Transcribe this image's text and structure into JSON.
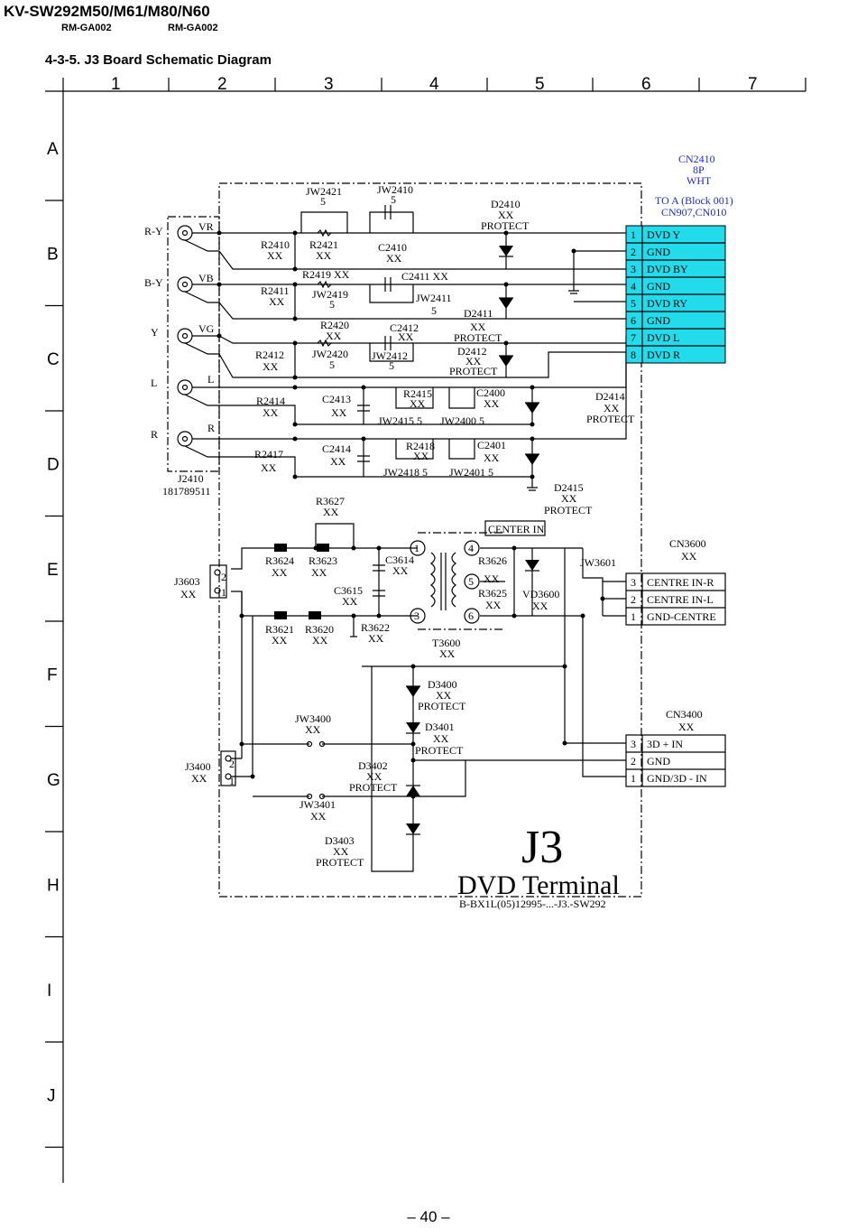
{
  "header": {
    "model": "KV-SW292M50/M61/M80/N60",
    "remote_1": "RM-GA002",
    "remote_2": "RM-GA002",
    "section_title": "4-3-5. J3 Board Schematic Diagram"
  },
  "grid": {
    "columns": [
      "1",
      "2",
      "3",
      "4",
      "5",
      "6",
      "7"
    ],
    "rows": [
      "A",
      "B",
      "C",
      "D",
      "E",
      "F",
      "G",
      "H",
      "I",
      "J"
    ]
  },
  "colors": {
    "connector_fill": "#22dcec",
    "blue_text": "#1f2bd0"
  },
  "jacks": {
    "labels": [
      "R-Y",
      "B-Y",
      "Y",
      "L",
      "R"
    ],
    "pins": [
      "VR",
      "VB",
      "VG",
      "L",
      "R"
    ],
    "ref": "J2410",
    "part": "181789511"
  },
  "cn2410": {
    "ref": "CN2410",
    "pins_count": "8P",
    "color": "WHT",
    "dest": "TO A (Block 001)",
    "dest2": "CN907,CN010",
    "pin_numbers": [
      "1",
      "2",
      "3",
      "4",
      "5",
      "6",
      "7",
      "8"
    ],
    "pin_names": [
      "DVD Y",
      "GND",
      "DVD BY",
      "GND",
      "DVD RY",
      "GND",
      "DVD L",
      "DVD R"
    ]
  },
  "components": {
    "jw2421": "JW2421",
    "jw2421_v": "5",
    "jw2410": "JW2410",
    "jw2410_v": "5",
    "d2410": "D2410",
    "d2410_v": "XX",
    "d2410_p": "PROTECT",
    "r2410": "R2410",
    "r2410_v": "XX",
    "r2421": "R2421",
    "r2421_v": "XX",
    "c2410": "C2410",
    "c2410_v": "XX",
    "r2419": "R2419  XX",
    "c2411": "C2411  XX",
    "r2411": "R2411",
    "r2411_v": "XX",
    "jw2419": "JW2419",
    "jw2419_v": "5",
    "jw2411": "JW2411",
    "jw2411_v": "5",
    "d2411": "D2411",
    "d2411_v": "XX",
    "d2411_p": "PROTECT",
    "r2420": "R2420",
    "r2420_v": "XX",
    "c2412": "C2412",
    "c2412_v": "XX",
    "jw2420": "JW2420",
    "jw2420_v": "5",
    "jw2412": "JW2412",
    "jw2412_v": "5",
    "r2412": "R2412",
    "r2412_v": "XX",
    "d2412": "D2412",
    "d2412_v": "XX",
    "d2412_p": "PROTECT",
    "r2414": "R2414",
    "r2414_v": "XX",
    "c2413": "C2413",
    "c2413_v": "XX",
    "r2415": "R2415",
    "r2415_v": "XX",
    "c2400": "C2400",
    "c2400_v": "XX",
    "jw2415": "JW2415  5",
    "jw2400": "JW2400  5",
    "d2414": "D2414",
    "d2414_v": "XX",
    "d2414_p": "PROTECT",
    "r2417": "R2417",
    "r2417_v": "XX",
    "c2414": "C2414",
    "c2414_v": "XX",
    "r2418": "R2418",
    "r2418_v": "XX",
    "c2401": "C2401",
    "c2401_v": "XX",
    "jw2418": "JW2418  5",
    "jw2401": "JW2401  5",
    "d2415": "D2415",
    "d2415_v": "XX",
    "d2415_p": "PROTECT",
    "r3627": "R3627",
    "r3627_v": "XX",
    "center_in": "CENTER IN",
    "r3624": "R3624",
    "r3624_v": "XX",
    "r3623": "R3623",
    "r3623_v": "XX",
    "c3614": "C3614",
    "c3614_v": "XX",
    "c3615": "C3615",
    "c3615_v": "XX",
    "r3621": "R3621",
    "r3621_v": "XX",
    "r3620": "R3620",
    "r3620_v": "XX",
    "r3622": "R3622",
    "r3622_v": "XX",
    "r3626": "R3626",
    "r3626_v": "XX",
    "r3625": "R3625",
    "r3625_v": "XX",
    "vd3600": "VD3600",
    "vd3600_v": "XX",
    "t3600": "T3600",
    "t3600_v": "XX",
    "jw3601": "JW3601",
    "j3603": "J3603",
    "j3603_v": "XX",
    "d3400": "D3400",
    "d3400_v": "XX",
    "d3400_p": "PROTECT",
    "d3401": "D3401",
    "d3401_v": "XX",
    "d3401_p": "PROTECT",
    "d3402": "D3402",
    "d3402_v": "XX",
    "d3402_p": "PROTECT",
    "d3403": "D3403",
    "d3403_v": "XX",
    "d3403_p": "PROTECT",
    "jw3400": "JW3400",
    "jw3400_v": "XX",
    "jw3401": "JW3401",
    "jw3401_v": "XX",
    "j3400": "J3400",
    "j3400_v": "XX",
    "t_node1": "1",
    "t_node3": "3",
    "t_node4": "4",
    "t_node5": "5",
    "t_node6": "6",
    "pin2": "2",
    "pin1": "1"
  },
  "cn3600": {
    "ref": "CN3600",
    "value": "XX",
    "pin_numbers": [
      "3",
      "2",
      "1"
    ],
    "pin_names": [
      "CENTRE IN-R",
      "CENTRE IN-L",
      "GND-CENTRE"
    ]
  },
  "cn3400": {
    "ref": "CN3400",
    "value": "XX",
    "pin_numbers": [
      "3",
      "2",
      "1"
    ],
    "pin_names": [
      "3D + IN",
      "GND",
      "GND/3D - IN"
    ]
  },
  "board": {
    "name": "J3",
    "description": "DVD Terminal",
    "code": "B-BX1L(05)12995-...-J3.-SW292"
  },
  "page": {
    "number": "– 40 –"
  }
}
